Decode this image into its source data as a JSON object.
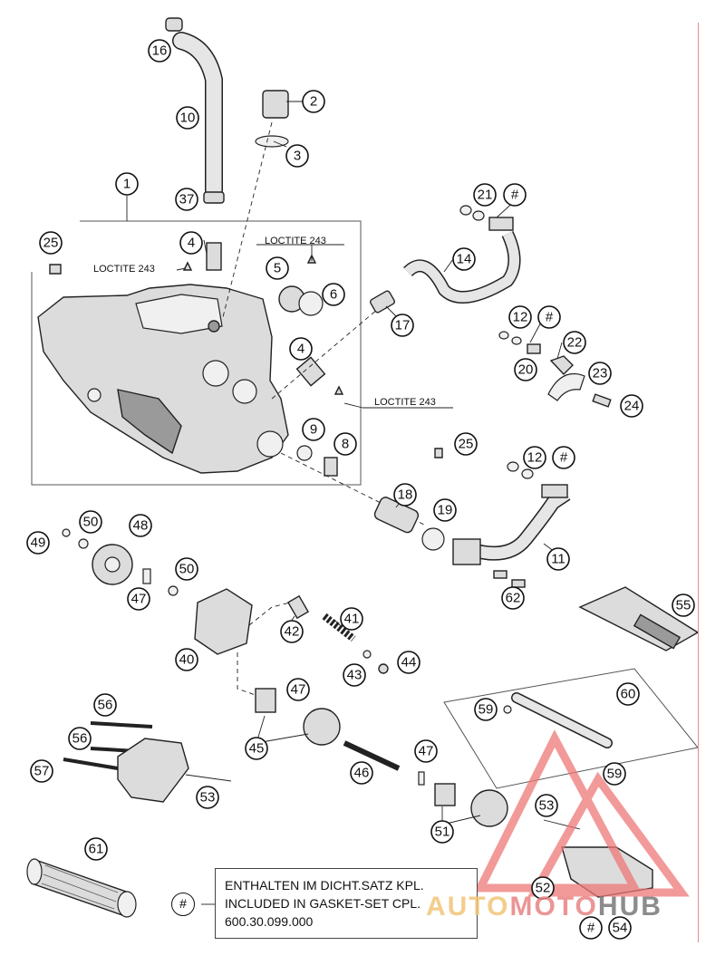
{
  "diagram": {
    "callouts": [
      {
        "id": "c16",
        "label": "16"
      },
      {
        "id": "c10",
        "label": "10"
      },
      {
        "id": "c2",
        "label": "2"
      },
      {
        "id": "c3",
        "label": "3"
      },
      {
        "id": "c1",
        "label": "1"
      },
      {
        "id": "c37",
        "label": "37"
      },
      {
        "id": "c4a",
        "label": "4"
      },
      {
        "id": "c25a",
        "label": "25"
      },
      {
        "id": "c5",
        "label": "5"
      },
      {
        "id": "c6",
        "label": "6"
      },
      {
        "id": "c21",
        "label": "21"
      },
      {
        "id": "c21h",
        "label": "#"
      },
      {
        "id": "c14",
        "label": "14"
      },
      {
        "id": "c17",
        "label": "17"
      },
      {
        "id": "c4b",
        "label": "4"
      },
      {
        "id": "c12a",
        "label": "12"
      },
      {
        "id": "c12ah",
        "label": "#"
      },
      {
        "id": "c22",
        "label": "22"
      },
      {
        "id": "c20",
        "label": "20"
      },
      {
        "id": "c23",
        "label": "23"
      },
      {
        "id": "c24",
        "label": "24"
      },
      {
        "id": "c9",
        "label": "9"
      },
      {
        "id": "c8",
        "label": "8"
      },
      {
        "id": "c25b",
        "label": "25"
      },
      {
        "id": "c12b",
        "label": "12"
      },
      {
        "id": "c12bh",
        "label": "#"
      },
      {
        "id": "c18",
        "label": "18"
      },
      {
        "id": "c19",
        "label": "19"
      },
      {
        "id": "c11",
        "label": "11"
      },
      {
        "id": "c62",
        "label": "62"
      },
      {
        "id": "c50a",
        "label": "50"
      },
      {
        "id": "c48",
        "label": "48"
      },
      {
        "id": "c49",
        "label": "49"
      },
      {
        "id": "c50b",
        "label": "50"
      },
      {
        "id": "c47a",
        "label": "47"
      },
      {
        "id": "c41",
        "label": "41"
      },
      {
        "id": "c42",
        "label": "42"
      },
      {
        "id": "c40",
        "label": "40"
      },
      {
        "id": "c43",
        "label": "43"
      },
      {
        "id": "c44",
        "label": "44"
      },
      {
        "id": "c55",
        "label": "55"
      },
      {
        "id": "c60",
        "label": "60"
      },
      {
        "id": "c59a",
        "label": "59"
      },
      {
        "id": "c47b",
        "label": "47"
      },
      {
        "id": "c56a",
        "label": "56"
      },
      {
        "id": "c56b",
        "label": "56"
      },
      {
        "id": "c45",
        "label": "45"
      },
      {
        "id": "c47c",
        "label": "47"
      },
      {
        "id": "c59b",
        "label": "59"
      },
      {
        "id": "c57",
        "label": "57"
      },
      {
        "id": "c46",
        "label": "46"
      },
      {
        "id": "c53a",
        "label": "53"
      },
      {
        "id": "c53b",
        "label": "53"
      },
      {
        "id": "c51",
        "label": "51"
      },
      {
        "id": "c61",
        "label": "61"
      },
      {
        "id": "c52",
        "label": "52"
      },
      {
        "id": "c54h",
        "label": "#"
      },
      {
        "id": "c54",
        "label": "54"
      }
    ],
    "notes": [
      {
        "id": "loctite-1",
        "text": "LOCTITE 243"
      },
      {
        "id": "loctite-2",
        "text": "LOCTITE 243"
      },
      {
        "id": "loctite-3",
        "text": "LOCTITE 243"
      }
    ]
  },
  "legend": {
    "symbol": "#",
    "lines": [
      "ENTHALTEN IM DICHT.SATZ KPL.",
      "INCLUDED IN GASKET-SET CPL.",
      "600.30.099.000"
    ]
  },
  "watermark": {
    "part1": "AUTO",
    "part2": "MOTO",
    "part3": "HUB"
  }
}
